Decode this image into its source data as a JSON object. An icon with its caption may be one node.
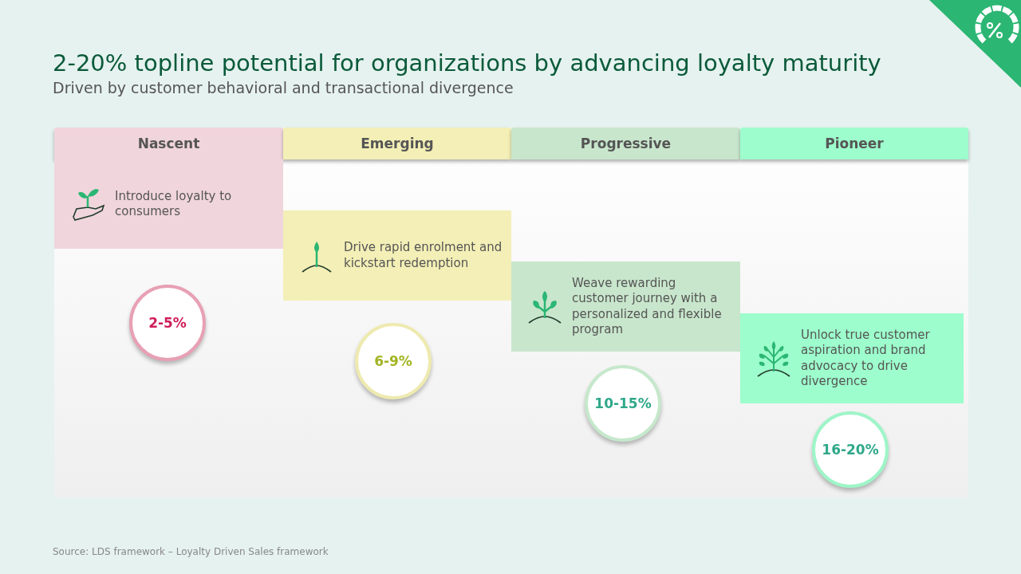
{
  "diagram": {
    "title": "2-20% topline potential for organizations by advancing loyalty maturity",
    "caption": "Source: LDS framework – Loyalty Driven Sales framework",
    "nodes": [
      {
        "text": [
          "Nascent"
        ]
      },
      {
        "text": [
          "Emerging"
        ]
      },
      {
        "text": [
          "Progressive"
        ]
      },
      {
        "text": [
          "Pioneer"
        ]
      },
      {
        "text": [
          "Introduce loyalty to consumers"
        ]
      },
      {
        "text": [
          "2-5%"
        ]
      },
      {
        "text": [
          "Drive rapid enrolment and kickstart redemption"
        ]
      },
      {
        "text": [
          "6-9%"
        ]
      },
      {
        "text": [
          "Weave rewarding customer journey with a personalized and flexible program"
        ]
      },
      {
        "text": [
          "10-15%"
        ]
      },
      {
        "text": [
          "Unlock true customer aspiration and brand advocacy to drive divergence"
        ]
      },
      {
        "text": [
          "16-20%"
        ]
      }
    ],
    "edges": [],
    "labels": [
      "Driven by customer behavioral and transactional divergence"
    ]
  }
}
